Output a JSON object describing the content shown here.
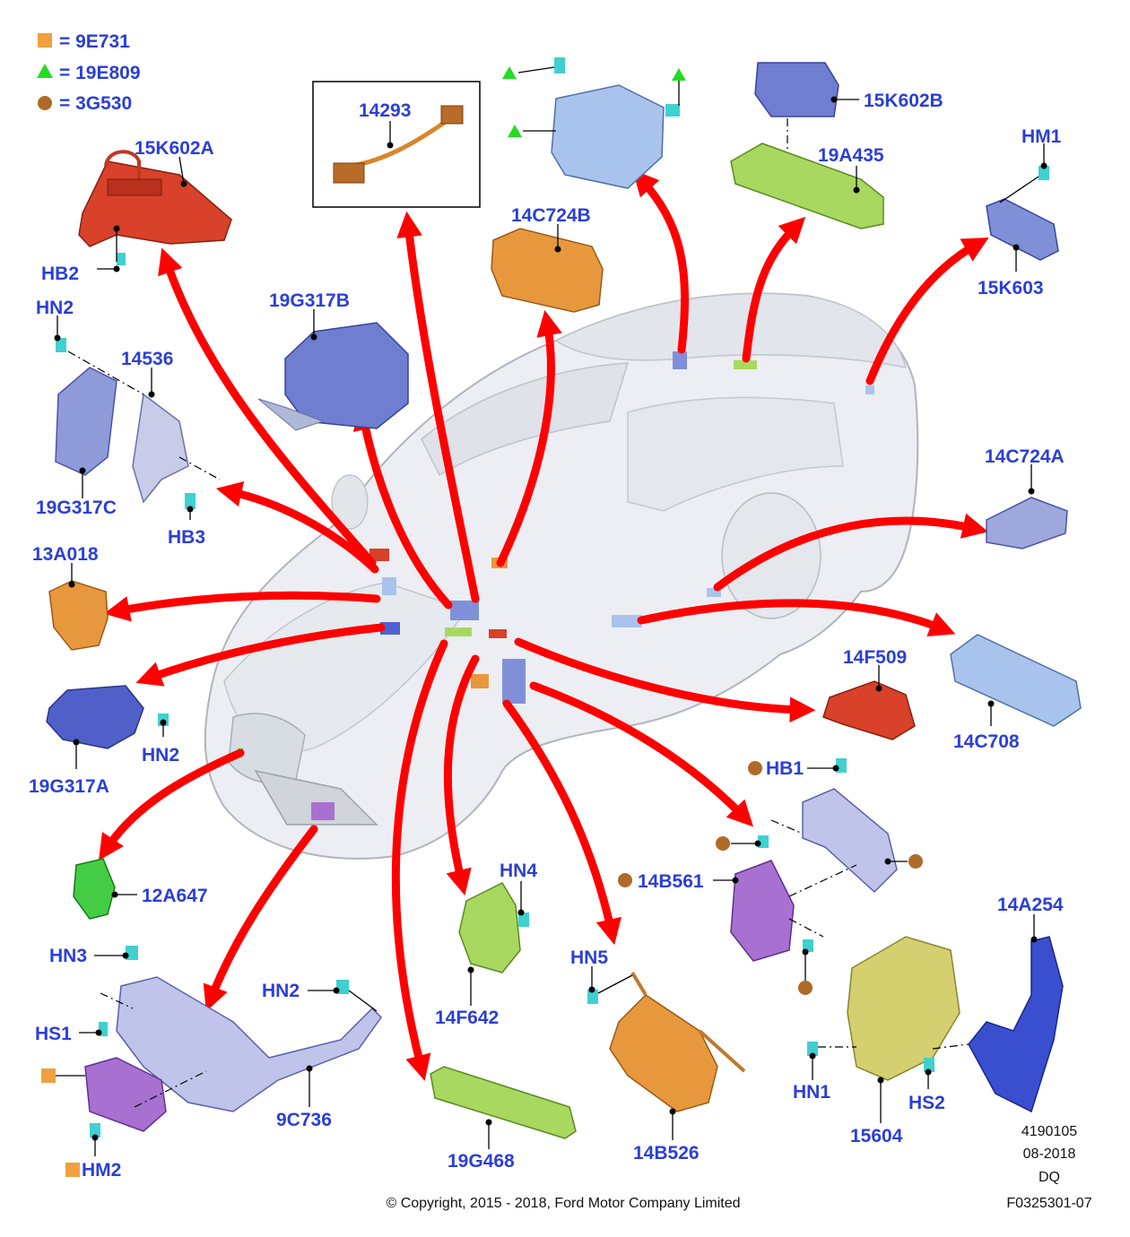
{
  "legend": [
    {
      "symbol": "square",
      "color": "#f0a040",
      "text": "= 9E731"
    },
    {
      "symbol": "triangle",
      "color": "#22dd22",
      "text": "= 19E809"
    },
    {
      "symbol": "circle",
      "color": "#b06a28",
      "text": "= 3G530"
    }
  ],
  "parts": {
    "p15K602A": "15K602A",
    "pHB2": "HB2",
    "p14293": "14293",
    "p14C724B": "14C724B",
    "p15K602B": "15K602B",
    "p19A435": "19A435",
    "pHM1": "HM1",
    "p15K603": "15K603",
    "pHN2a": "HN2",
    "p14536": "14536",
    "p19G317B": "19G317B",
    "p19G317C": "19G317C",
    "pHB3": "HB3",
    "p14C724A": "14C724A",
    "p13A018": "13A018",
    "p14F509": "14F509",
    "p14C708": "14C708",
    "pHN2b": "HN2",
    "p19G317A": "19G317A",
    "pHB1": "HB1",
    "p12A647": "12A647",
    "pHN4": "HN4",
    "p14B561": "14B561",
    "p14A254": "14A254",
    "pHN3": "HN3",
    "pHN2c": "HN2",
    "pHN5": "HN5",
    "pHS1": "HS1",
    "p9C736": "9C736",
    "p14F642": "14F642",
    "pHN1": "HN1",
    "pHS2": "HS2",
    "p15604": "15604",
    "pHM2": "HM2",
    "p19G468": "19G468",
    "p14B526": "14B526"
  },
  "footer": {
    "code1": "4190105",
    "date": "08-2018",
    "author": "DQ",
    "copyright": "© Copyright, 2015 - 2018, Ford Motor Company Limited",
    "figure": "F0325301-07"
  },
  "colors": {
    "label": "#2b3fd6",
    "arrow": "#ff0000",
    "red_part": "#d8412a",
    "orange_part": "#e8983c",
    "blue_part": "#7f90d8",
    "light_blue": "#a8c4ec",
    "green_part": "#a8d860",
    "purple_part": "#a870d0",
    "yellow_part": "#d4d070",
    "teal_bolt": "#40d0d0",
    "car_body": "#eef0f4"
  }
}
